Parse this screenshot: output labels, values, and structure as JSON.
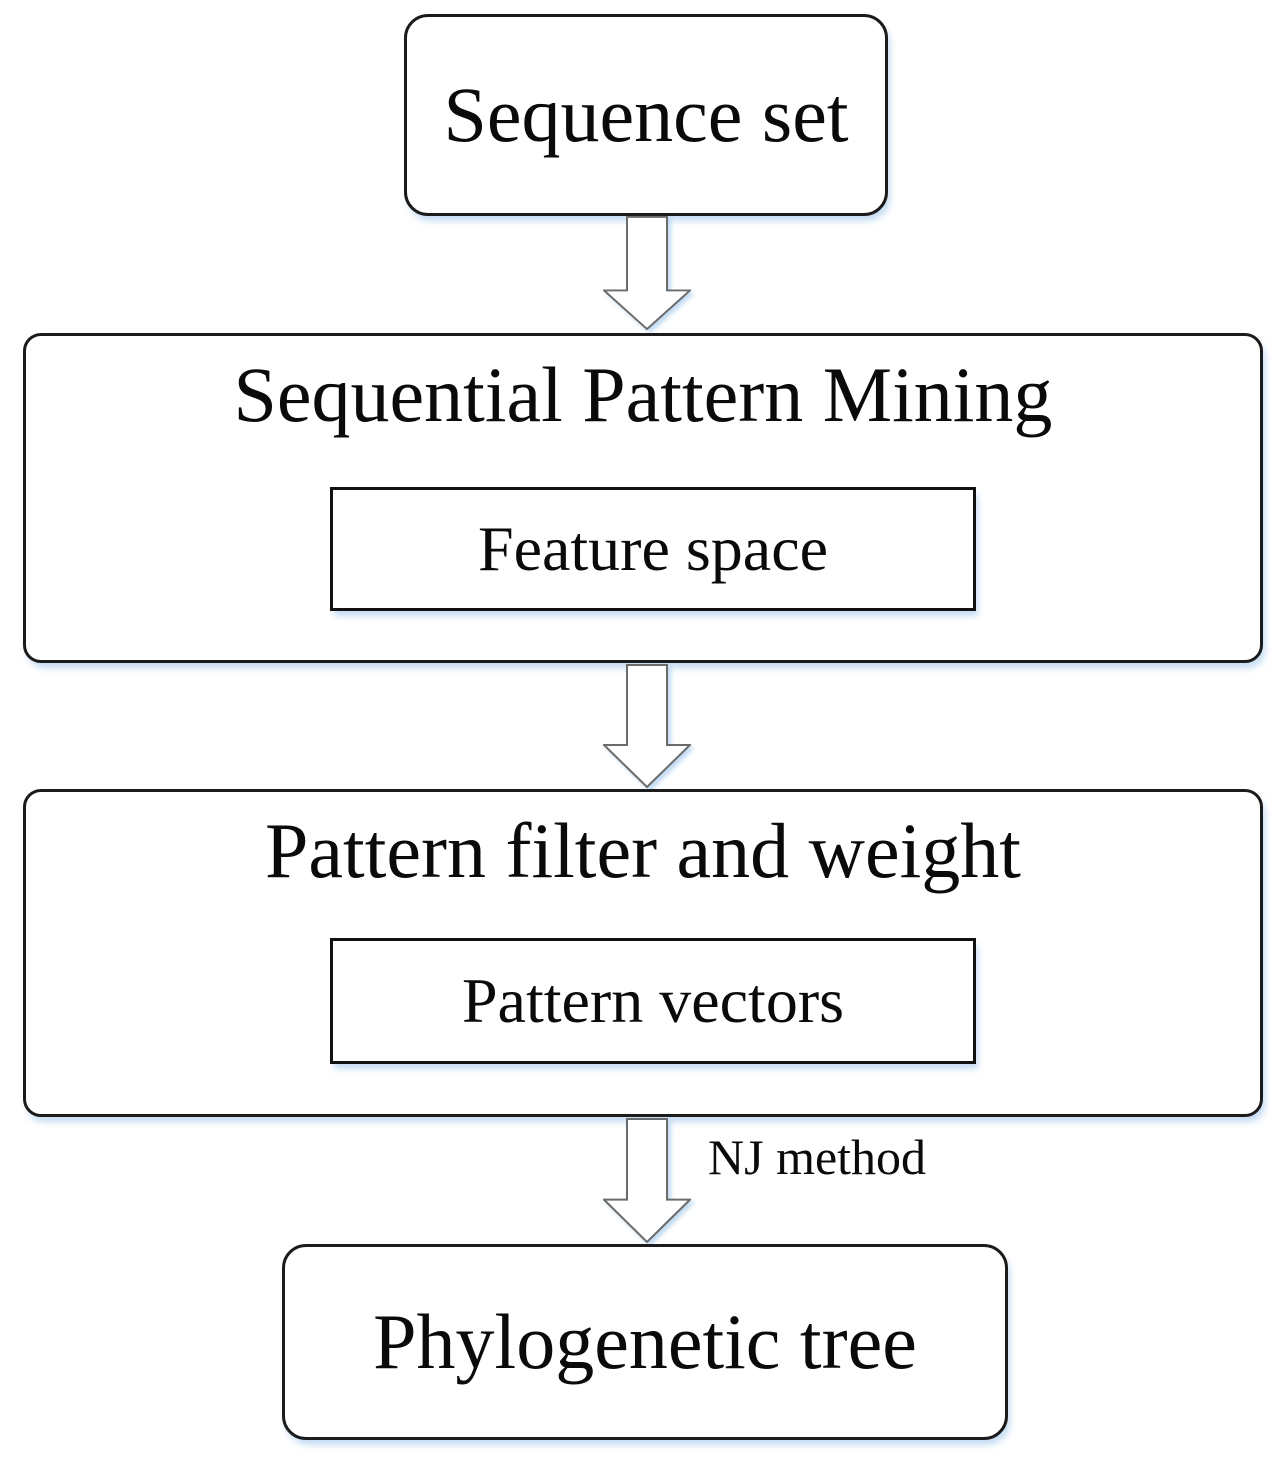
{
  "diagram": {
    "type": "flowchart",
    "direction": "top-to-bottom",
    "nodes": {
      "sequence_set": {
        "label": "Sequence set",
        "shape": "rounded-rectangle"
      },
      "sequential_pattern_mining": {
        "label": "Sequential Pattern Mining",
        "shape": "rounded-rectangle",
        "inner_node": {
          "label": "Feature space",
          "shape": "rectangle"
        }
      },
      "pattern_filter_weight": {
        "label": "Pattern filter and weight",
        "shape": "rounded-rectangle",
        "inner_node": {
          "label": "Pattern vectors",
          "shape": "rectangle"
        }
      },
      "phylogenetic_tree": {
        "label": "Phylogenetic tree",
        "shape": "rounded-rectangle"
      }
    },
    "arrows": [
      {
        "from": "sequence_set",
        "to": "sequential_pattern_mining",
        "label": "",
        "style": "hollow-block-down"
      },
      {
        "from": "sequential_pattern_mining",
        "to": "pattern_filter_weight",
        "label": "",
        "style": "hollow-block-down"
      },
      {
        "from": "pattern_filter_weight",
        "to": "phylogenetic_tree",
        "label": "NJ method",
        "style": "hollow-block-down"
      }
    ],
    "colors": {
      "background": "#ffffff",
      "box_border": "#1b1b1b",
      "text": "#0a0a0a",
      "arrow_outline": "#6b6b6b",
      "arrow_fill": "#ffffff",
      "shadow_glow": "#9ec3e8"
    }
  }
}
